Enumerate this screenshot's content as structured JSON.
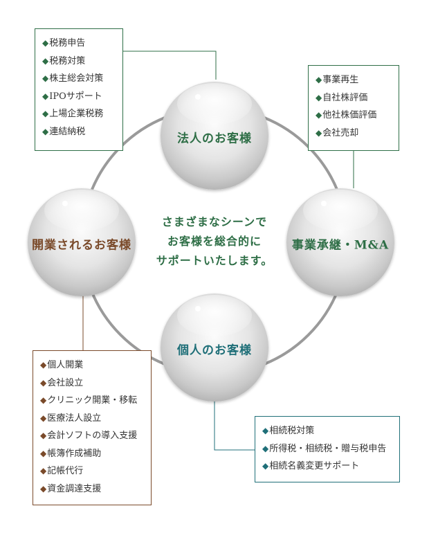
{
  "colors": {
    "green": "#2e6e46",
    "brown": "#7a4a2a",
    "teal": "#1f6f78",
    "ring": "#9a9a9a"
  },
  "center": {
    "lines": [
      "さまざまなシーンで",
      "お客様を総合的に",
      "サポートいたします。"
    ]
  },
  "spheres": {
    "corporate": "法人のお客様",
    "startup": "開業されるお客様",
    "succession": "事業承継・M&A",
    "individual": "個人のお客様"
  },
  "boxes": {
    "corporate": {
      "marker": "◆",
      "items": [
        "税務申告",
        "税務対策",
        "株主総会対策",
        "IPOサポート",
        "上場企業税務",
        "連結納税"
      ]
    },
    "succession": {
      "marker": "◆",
      "items": [
        "事業再生",
        "自社株評価",
        "他社株価評価",
        "会社売却"
      ]
    },
    "startup": {
      "marker": "◆",
      "items": [
        "個人開業",
        "会社設立",
        "クリニック開業・移転",
        "医療法人設立",
        "会計ソフトの導入支援",
        "帳簿作成補助",
        "記帳代行",
        "資金調達支援"
      ]
    },
    "individual": {
      "marker": "◆",
      "items": [
        "相続税対策",
        "所得税・相続税・贈与税申告",
        "相続名義変更サポート"
      ]
    }
  }
}
